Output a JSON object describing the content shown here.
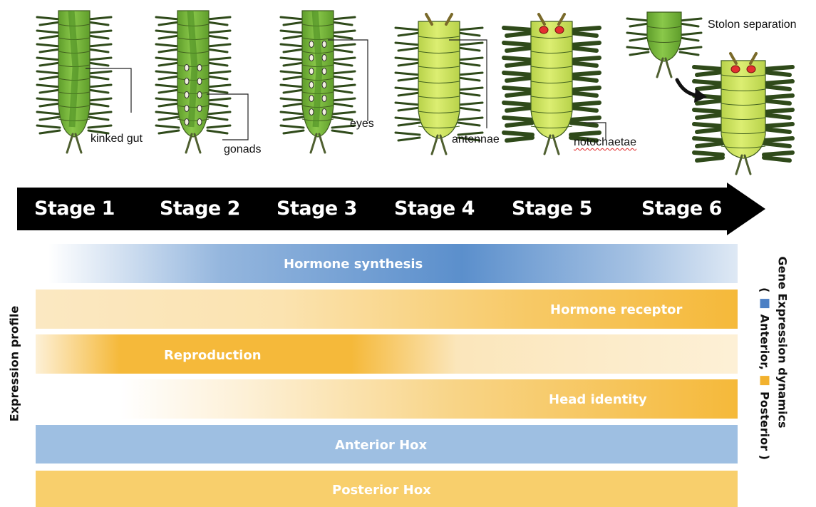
{
  "organism_labels": {
    "kinked_gut": "kinked gut",
    "gonads": "gonads",
    "eyes": "eyes",
    "antennae": "antennae",
    "notochaetae": "notochaetae",
    "stolon_separation": "Stolon separation"
  },
  "stages": [
    "Stage 1",
    "Stage 2",
    "Stage 3",
    "Stage 4",
    "Stage 5",
    "Stage 6"
  ],
  "profiles": [
    {
      "label": "Hormone synthesis",
      "color": "#5b8fcc"
    },
    {
      "label": "Hormone receptor",
      "color": "#f5b93a"
    },
    {
      "label": "Reproduction",
      "color": "#f5b93a"
    },
    {
      "label": "Head identity",
      "color": "#f5b93a"
    },
    {
      "label": "Anterior Hox",
      "color": "#9ebfe2"
    },
    {
      "label": "Posterior Hox",
      "color": "#f8cf6c"
    }
  ],
  "axis": {
    "y_label": "Expression profile"
  },
  "legend": {
    "title": "Gene Expression dynamics",
    "open_paren": "(",
    "anterior": "Anterior,",
    "posterior": "Posterior",
    "close_paren": ")",
    "anterior_color": "#4a7fc4",
    "posterior_color": "#f2b12e"
  },
  "colors": {
    "body_green": "#7dbb3c",
    "body_yellow": "#cfe556",
    "chaetae": "#2f4a1a",
    "eye_red": "#e33030",
    "arrow": "#000000"
  }
}
